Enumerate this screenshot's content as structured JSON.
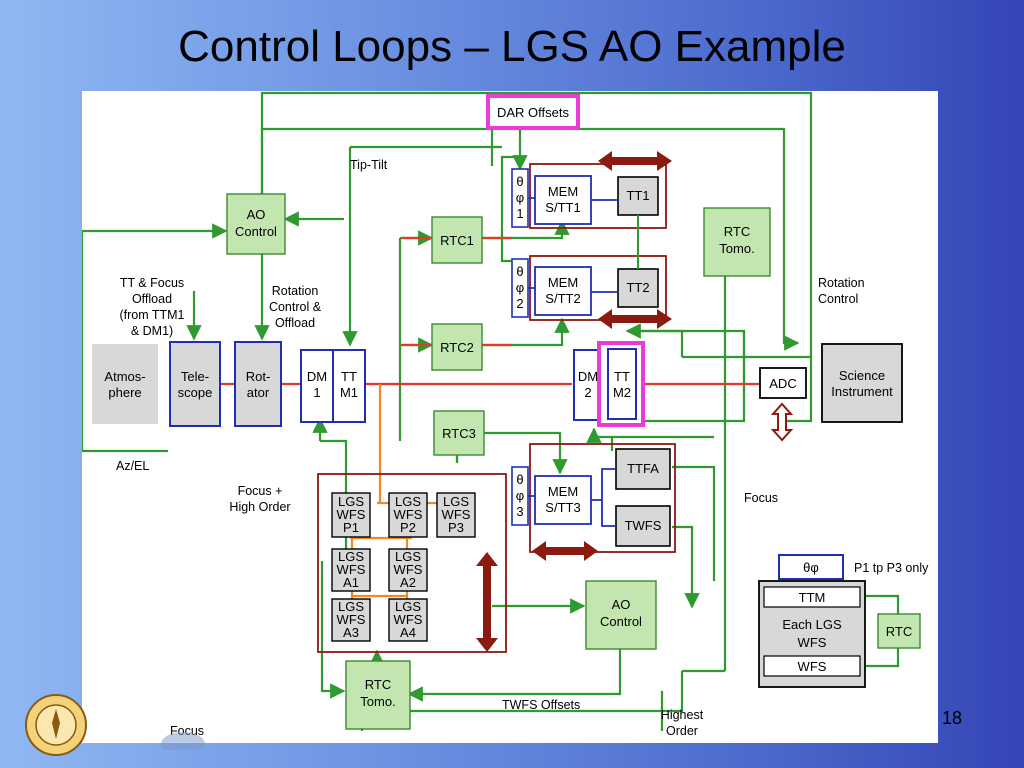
{
  "slide": {
    "title": "Control Loops – LGS AO Example",
    "page_number": "18"
  },
  "colors": {
    "green_box_fill": "#c3e6b1",
    "green_box_stroke": "#3b8a2f",
    "green_line": "#2f9a2f",
    "blue_box_stroke": "#1f2fb5",
    "dark_red": "#8b1a10",
    "red_beam": "#e03a2a",
    "orange_line": "#f08a24",
    "highlight_magenta": "#ea3bd6",
    "gray_box": "#d8d8d8"
  },
  "boxes": {
    "dar_offsets": "DAR Offsets",
    "ao_control_top": [
      "AO",
      "Control"
    ],
    "atmosphere": [
      "Atmos-",
      "phere"
    ],
    "telescope": [
      "Tele-",
      "scope"
    ],
    "rotator": [
      "Rot-",
      "ator"
    ],
    "dm1": [
      "DM",
      "1"
    ],
    "ttm1": [
      "TT",
      "M1"
    ],
    "rtc1": "RTC1",
    "rtc2": "RTC2",
    "rtc3": "RTC3",
    "phi1": [
      "θ",
      "φ",
      "1"
    ],
    "phi2": [
      "θ",
      "φ",
      "2"
    ],
    "phi3": [
      "θ",
      "φ",
      "3"
    ],
    "mem1": [
      "MEM",
      "S/TT1"
    ],
    "mem2": [
      "MEM",
      "S/TT2"
    ],
    "mem3": [
      "MEM",
      "S/TT3"
    ],
    "tt1": "TT1",
    "tt2": "TT2",
    "ttfa": "TTFA",
    "twfs": "TWFS",
    "rtc_tomo_right": [
      "RTC",
      "Tomo."
    ],
    "dm2": [
      "DM",
      "2"
    ],
    "ttm2": [
      "TT",
      "M2"
    ],
    "adc": "ADC",
    "science": [
      "Science",
      "Instrument"
    ],
    "lgs_wfs_p1": [
      "LGS",
      "WFS",
      "P1"
    ],
    "lgs_wfs_p2": [
      "LGS",
      "WFS",
      "P2"
    ],
    "lgs_wfs_p3": [
      "LGS",
      "WFS",
      "P3"
    ],
    "lgs_wfs_a1": [
      "LGS",
      "WFS",
      "A1"
    ],
    "lgs_wfs_a2": [
      "LGS",
      "WFS",
      "A2"
    ],
    "lgs_wfs_a3": [
      "LGS",
      "WFS",
      "A3"
    ],
    "lgs_wfs_a4": [
      "LGS",
      "WFS",
      "A4"
    ],
    "ao_control_bottom": [
      "AO",
      "Control"
    ],
    "rtc_tomo_bottom": [
      "RTC",
      "Tomo."
    ],
    "legend_phi": "θφ",
    "legend_ttm": "TTM",
    "legend_each": [
      "Each LGS",
      "WFS"
    ],
    "legend_wfs": "WFS",
    "legend_rtc": "RTC"
  },
  "labels": {
    "tip_tilt": "Tip-Tilt",
    "tt_focus_offload": [
      "TT & Focus",
      "Offload",
      "(from TTM1",
      "& DM1)"
    ],
    "rotation_control_offload": [
      "Rotation",
      "Control &",
      "Offload"
    ],
    "rotation_control": [
      "Rotation",
      "Control"
    ],
    "az_el": "Az/EL",
    "focus_high_order": [
      "Focus +",
      "High Order"
    ],
    "focus_right": "Focus",
    "p1_tp_p3_only": "P1 tp P3 only",
    "twfs_offsets": "TWFS Offsets",
    "highest_order": [
      "Highest",
      "Order"
    ],
    "focus_bottom": "Focus"
  }
}
